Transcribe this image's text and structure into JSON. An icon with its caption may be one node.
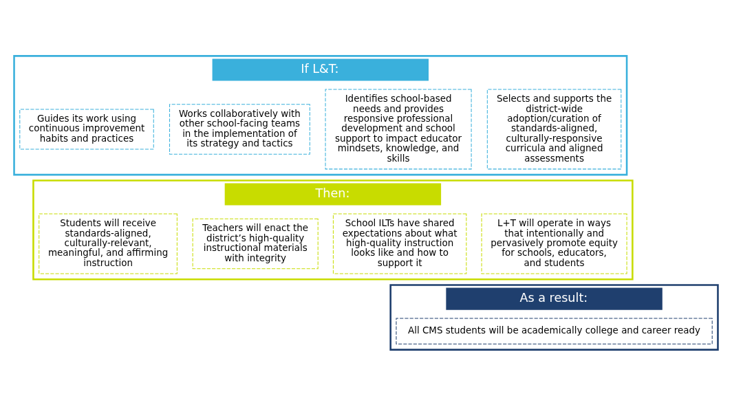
{
  "diagram": {
    "nodes": [
      {
        "text": [
          "If L&T:"
        ]
      },
      {
        "text": [
          "Selects and supports the district-wide adoption/curation of standards-aligned, culturally-responsive curricula and aligned assessments"
        ],
        "in": 0
      },
      {
        "text": [
          "Identifies school-based needs and provides responsive professional development and school support to impact educator mindsets, knowledge, and skills"
        ],
        "in": 0
      },
      {
        "text": [
          "Works collaboratively with other school-facing teams in the implementation of its strategy and tactics"
        ],
        "in": 0
      },
      {
        "text": [
          "Guides its work using continuous improvement habits and practices"
        ],
        "in": 0
      },
      {
        "text": [
          "Then:"
        ]
      },
      {
        "text": [
          "L+T will operate in ways that intentionally and pervasively promote equity for schools, educators, and students"
        ],
        "in": 5
      },
      {
        "text": [
          "School ILTs have shared expectations about what high-quality instruction looks like and how to support it"
        ],
        "in": 5
      },
      {
        "text": [
          "Teachers will enact the district’s high-quality instructional materials with integrity"
        ],
        "in": 5
      },
      {
        "text": [
          "Students will receive standards-aligned, culturally-relevant, meaningful, and affirming instruction"
        ],
        "in": 5
      },
      {
        "text": [
          "As a result:"
        ]
      },
      {
        "text": [
          "All CMS students will be academically college and career ready"
        ],
        "in": 10
      }
    ],
    "edges": []
  }
}
